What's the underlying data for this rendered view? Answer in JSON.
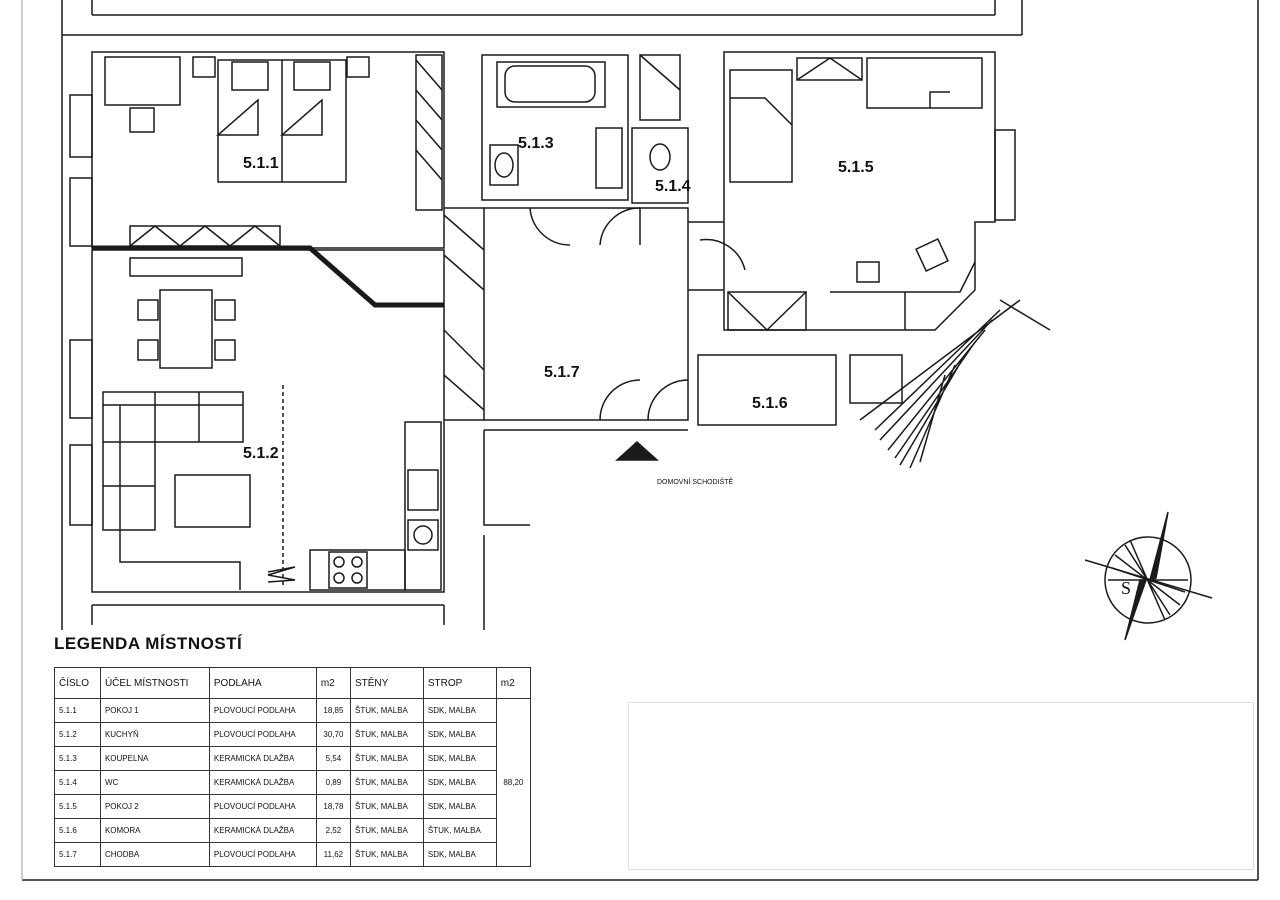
{
  "rooms": {
    "r511": "5.1.1",
    "r512": "5.1.2",
    "r513": "5.1.3",
    "r514": "5.1.4",
    "r515": "5.1.5",
    "r516": "5.1.6",
    "r517": "5.1.7"
  },
  "staircase_label": "DOMOVNÍ SCHODIŠTĚ",
  "compass_letter": "S",
  "legend": {
    "title": "LEGENDA MÍSTNOSTÍ",
    "headers": [
      "ČÍSLO",
      "ÚČEL MÍSTNOSTI",
      "PODLAHA",
      "m2",
      "STĚNY",
      "STROP",
      "m2"
    ],
    "rows": [
      {
        "cislo": "5.1.1",
        "ucel": "POKOJ 1",
        "podlaha": "PLOVOUCÍ PODLAHA",
        "m2": "18,85",
        "steny": "ŠTUK, MALBA",
        "strop": "SDK, MALBA"
      },
      {
        "cislo": "5.1.2",
        "ucel": "KUCHYŇ",
        "podlaha": "PLOVOUCÍ PODLAHA",
        "m2": "30,70",
        "steny": "ŠTUK, MALBA",
        "strop": "SDK, MALBA"
      },
      {
        "cislo": "5.1.3",
        "ucel": "KOUPELNA",
        "podlaha": "KERAMICKÁ DLAŽBA",
        "m2": "5,54",
        "steny": "ŠTUK, MALBA",
        "strop": "SDK, MALBA"
      },
      {
        "cislo": "5.1.4",
        "ucel": "WC",
        "podlaha": "KERAMICKÁ DLAŽBA",
        "m2": "0,89",
        "steny": "ŠTUK, MALBA",
        "strop": "SDK, MALBA"
      },
      {
        "cislo": "5.1.5",
        "ucel": "POKOJ 2",
        "podlaha": "PLOVOUCÍ PODLAHA",
        "m2": "18,78",
        "steny": "ŠTUK, MALBA",
        "strop": "SDK, MALBA"
      },
      {
        "cislo": "5.1.6",
        "ucel": "KOMORA",
        "podlaha": "KERAMICKÁ DLAŽBA",
        "m2": "2,52",
        "steny": "ŠTUK, MALBA",
        "strop": "ŠTUK, MALBA"
      },
      {
        "cislo": "5.1.7",
        "ucel": "CHODBA",
        "podlaha": "PLOVOUCÍ PODLAHA",
        "m2": "11,62",
        "steny": "ŠTUK, MALBA",
        "strop": "SDK, MALBA"
      }
    ],
    "total_m2": "88,20"
  },
  "colors": {
    "line": "#1a1a1a",
    "background": "#ffffff"
  }
}
